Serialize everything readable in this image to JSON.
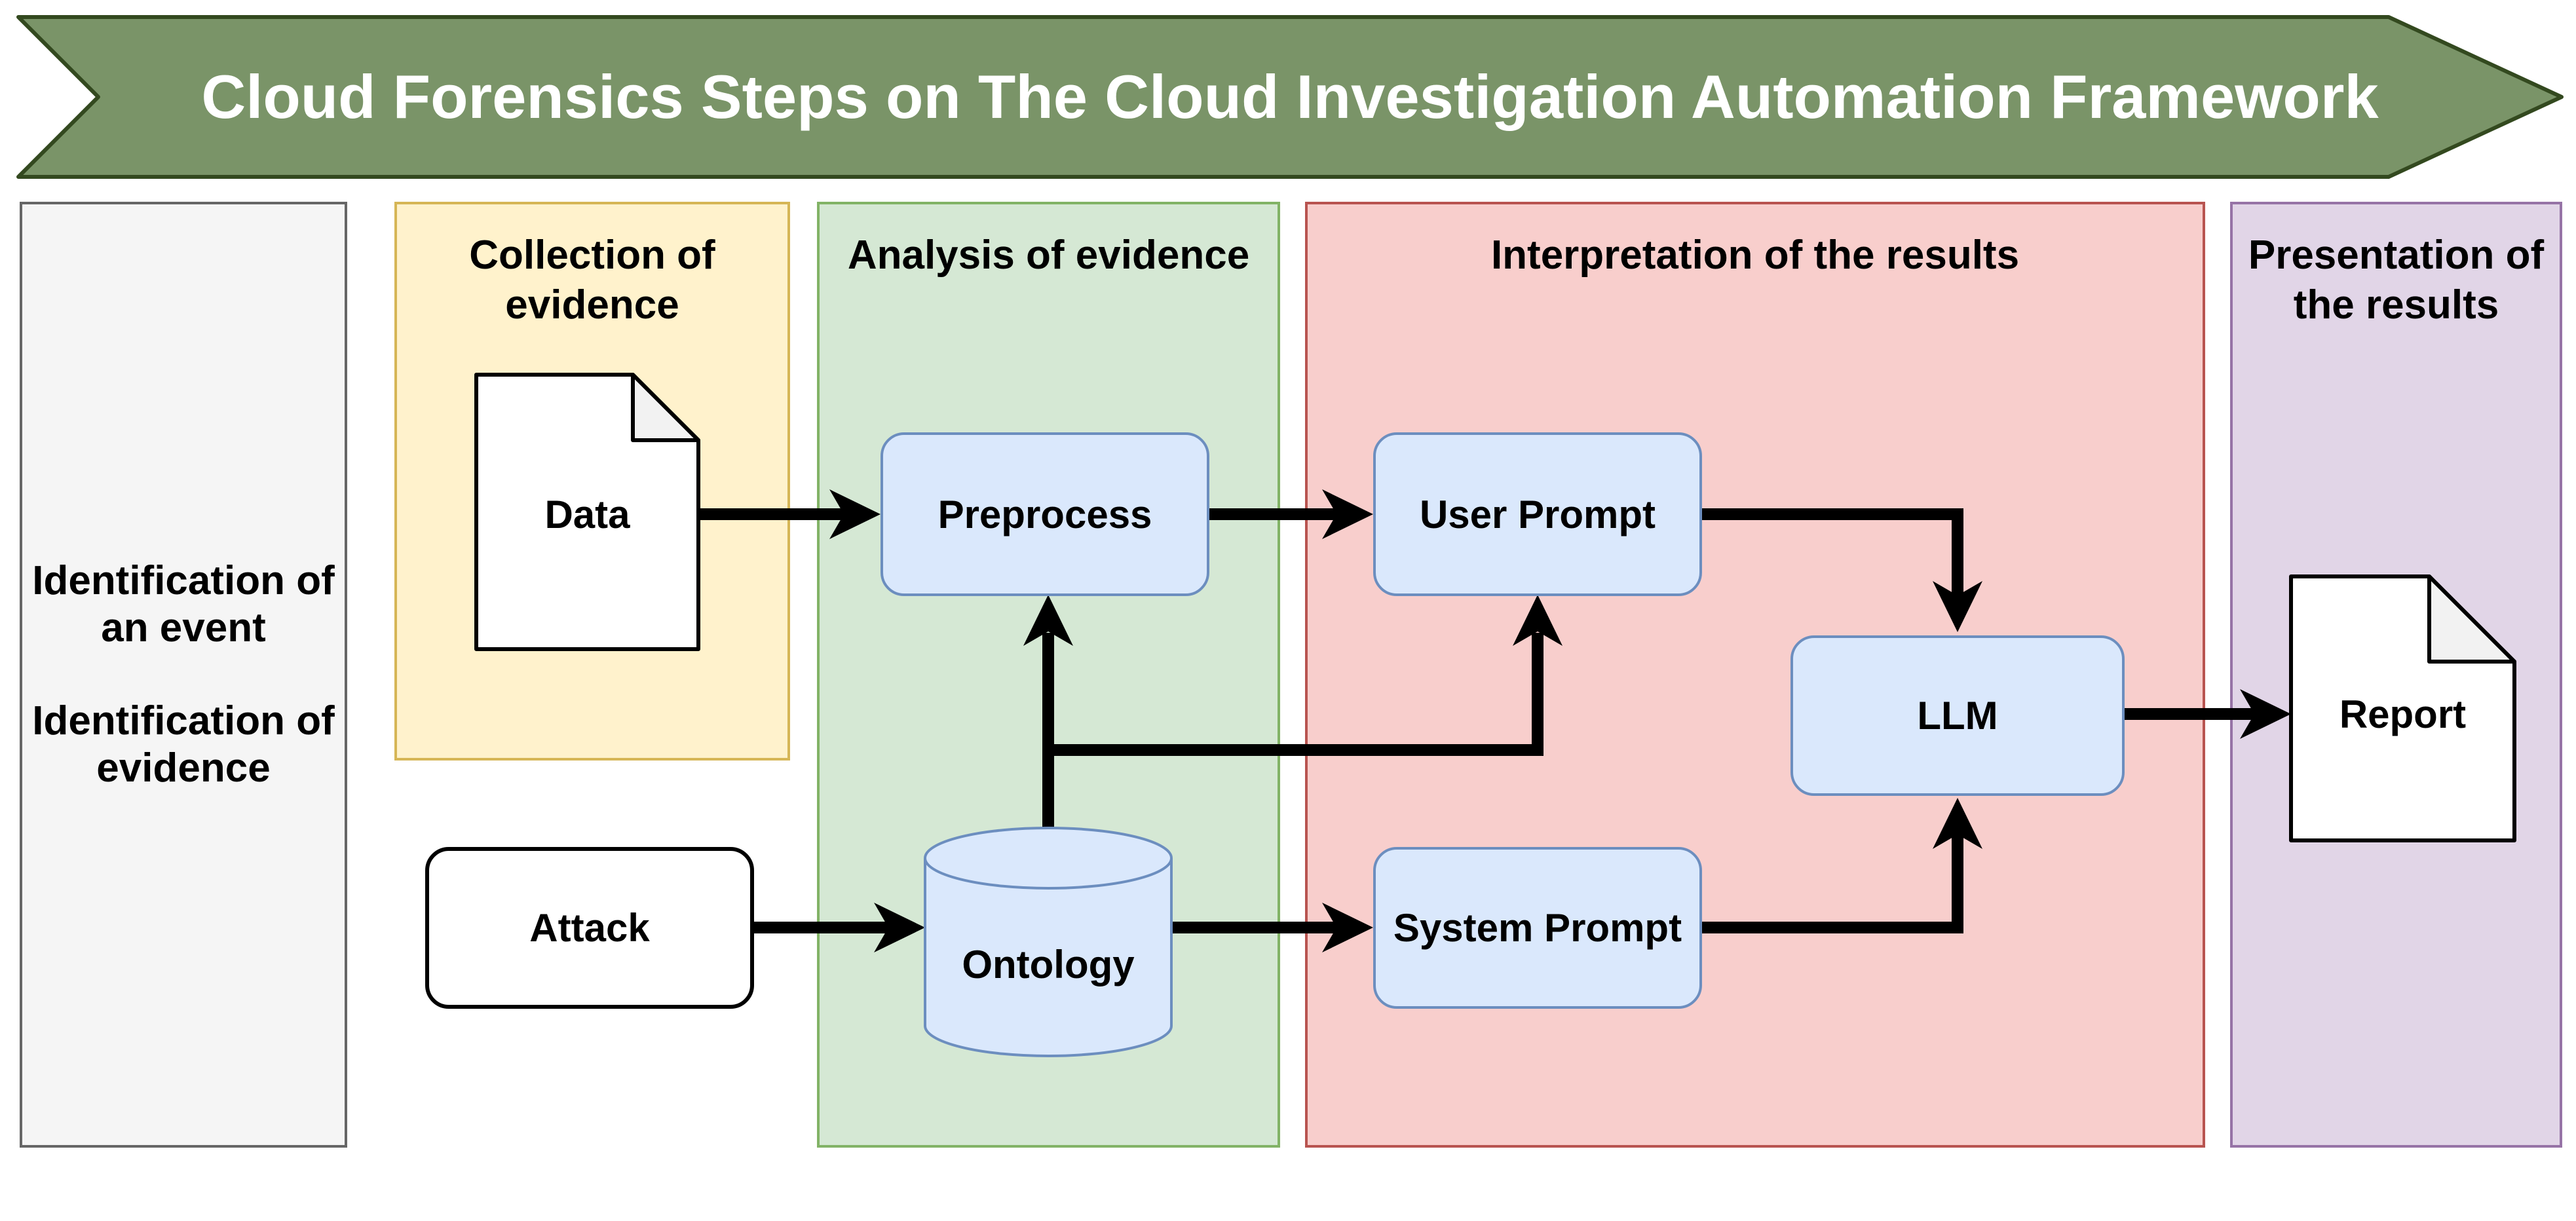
{
  "banner": {
    "title": "Cloud Forensics Steps on The Cloud Investigation Automation Framework"
  },
  "panels": {
    "identification": {
      "paragraph1": {
        "line1": "Identification of",
        "line2": "an event"
      },
      "paragraph2": {
        "line1": "Identification of",
        "line2": "evidence"
      }
    },
    "collection": {
      "header_line1": "Collection of",
      "header_line2": "evidence"
    },
    "analysis": {
      "header": "Analysis of evidence"
    },
    "interpretation": {
      "header": "Interpretation of the results"
    },
    "presentation": {
      "header_line1": "Presentation of",
      "header_line2": "the results"
    }
  },
  "nodes": {
    "data": "Data",
    "attack": "Attack",
    "preprocess": "Preprocess",
    "ontology": "Ontology",
    "user_prompt": "User Prompt",
    "system_prompt": "System Prompt",
    "llm": "LLM",
    "report": "Report"
  },
  "edges": [
    {
      "from": "Data",
      "to": "Preprocess"
    },
    {
      "from": "Preprocess",
      "to": "User Prompt"
    },
    {
      "from": "User Prompt",
      "to": "LLM"
    },
    {
      "from": "Attack",
      "to": "Ontology"
    },
    {
      "from": "Ontology",
      "to": "Preprocess"
    },
    {
      "from": "Ontology",
      "to": "User Prompt"
    },
    {
      "from": "Ontology",
      "to": "System Prompt"
    },
    {
      "from": "System Prompt",
      "to": "LLM"
    },
    {
      "from": "LLM",
      "to": "Report"
    }
  ],
  "colors": {
    "banner_fill": "#7A9468",
    "banner_stroke": "#33491F",
    "title_color": "#FFFFFF",
    "panel_gray_fill": "#F5F5F5",
    "panel_gray_stroke": "#666666",
    "panel_yellow_fill": "#FFF2CC",
    "panel_yellow_stroke": "#D6B656",
    "panel_green_fill": "#D5E8D4",
    "panel_green_stroke": "#82B366",
    "panel_red_fill": "#F8CECC",
    "panel_red_stroke": "#B85450",
    "panel_purple_fill": "#E1D5E7",
    "panel_purple_stroke": "#9673A6",
    "node_fill": "#DAE8FC",
    "node_stroke": "#6C8EBF",
    "doc_fill": "#FFFFFF",
    "doc_fold_fill": "#F2F2F2",
    "outline_black": "#000000",
    "arrow_color": "#000000",
    "text_color": "#000000"
  }
}
